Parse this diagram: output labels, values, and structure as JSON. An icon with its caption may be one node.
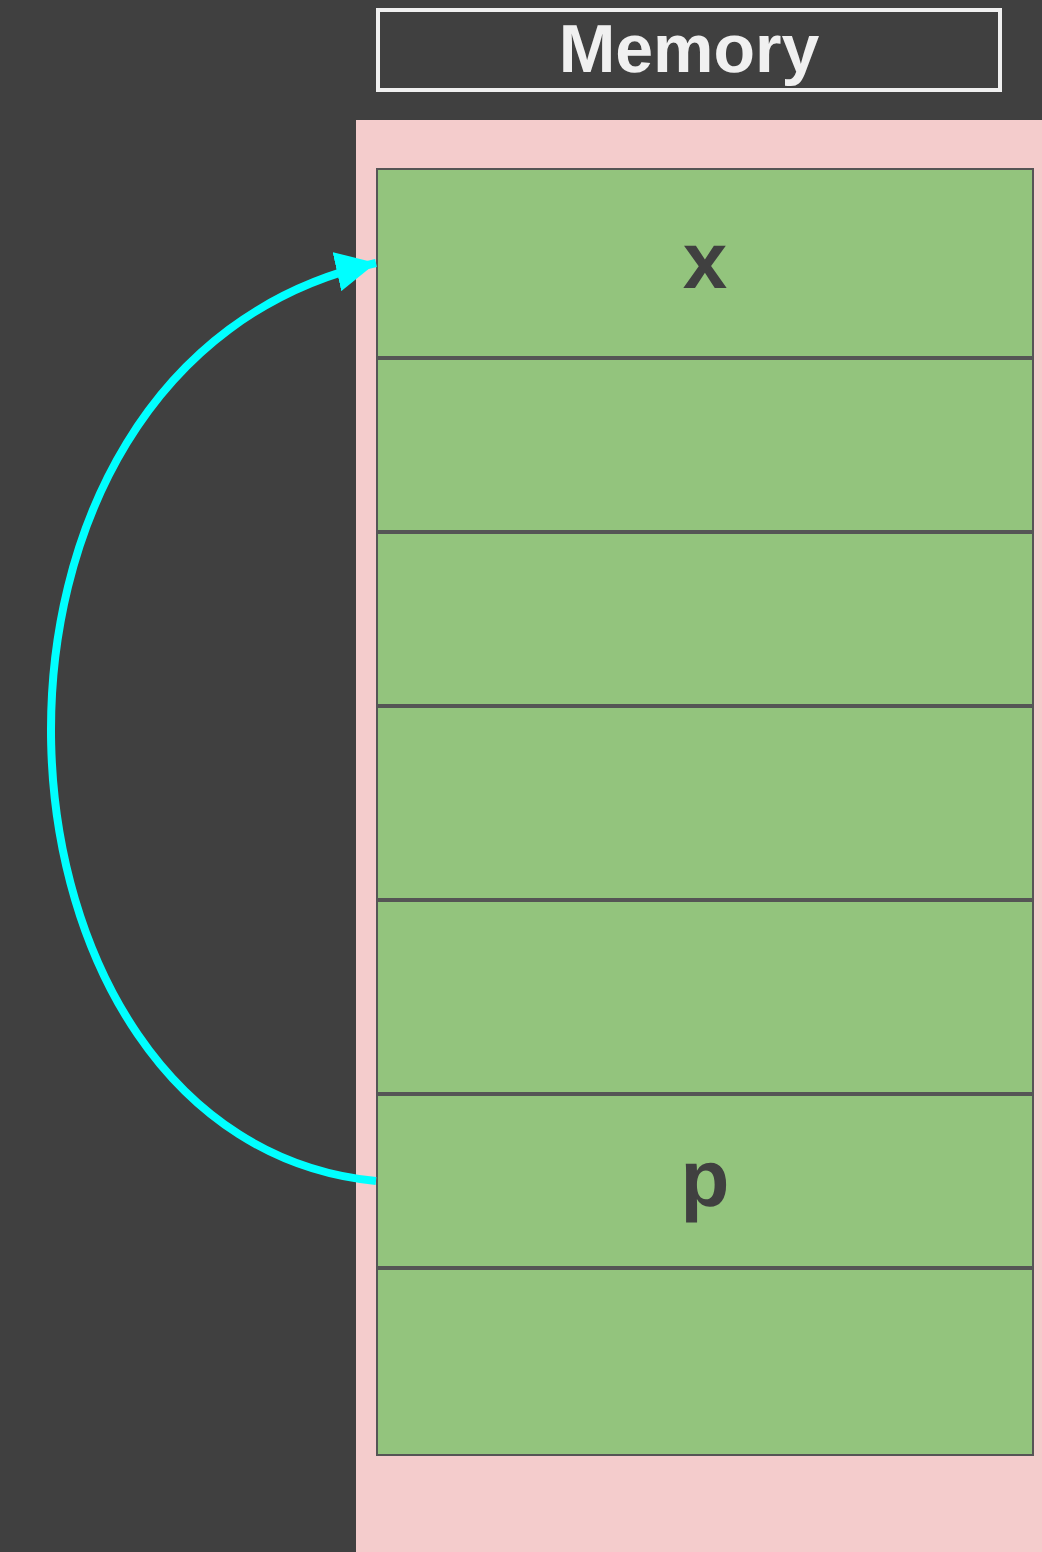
{
  "diagram": {
    "nodes": [
      {
        "text": [
          "Memory"
        ]
      },
      {
        "text": [],
        "shape": "box"
      },
      {
        "text": [
          "x"
        ],
        "in": 1
      },
      {
        "text": [],
        "shape": "box",
        "in": 1
      },
      {
        "text": [],
        "shape": "box",
        "in": 1
      },
      {
        "text": [],
        "shape": "box",
        "in": 1
      },
      {
        "text": [],
        "shape": "box",
        "in": 1
      },
      {
        "text": [
          "p"
        ],
        "in": 1
      },
      {
        "text": [],
        "shape": "box",
        "in": 1
      }
    ],
    "edges": [
      {
        "from": 7,
        "to": 2,
        "arrow": "to",
        "color": "#00ffff"
      }
    ]
  }
}
